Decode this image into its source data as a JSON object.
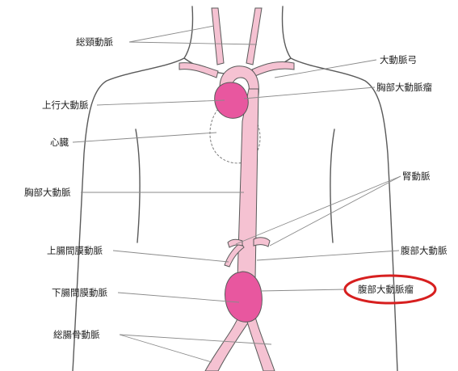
{
  "colors": {
    "aneurysm": "#e8579f",
    "aorta": "#f5c2d2",
    "outline": "#5a5a5a",
    "leader": "#8a8a8a",
    "highlight": "#d71f1f"
  },
  "labels": {
    "common_carotid": "総頸動脈",
    "aortic_arch": "大動脈弓",
    "thoracic_aneurysm": "胸部大動脈瘤",
    "ascending_aorta": "上行大動脈",
    "heart": "心臓",
    "renal_artery": "腎動脈",
    "thoracic_aorta": "胸部大動脈",
    "superior_mesenteric": "上腸間膜動脈",
    "abdominal_aorta": "腹部大動脈",
    "inferior_mesenteric": "下腸間膜動脈",
    "abdominal_aneurysm": "腹部大動脈瘤",
    "common_iliac": "総腸骨動脈"
  }
}
